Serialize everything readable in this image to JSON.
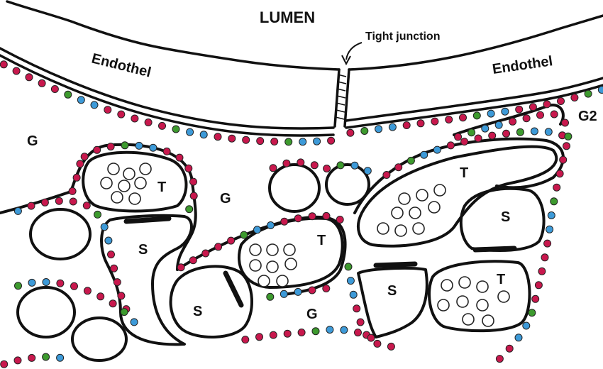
{
  "labels": {
    "lumen": "LUMEN",
    "tight_junction": "Tight junction",
    "endothel_left": "Endothel",
    "endothel_right": "Endothel",
    "g_left": "G",
    "g_center": "G",
    "g_bottom": "G",
    "g2": "G2",
    "t_top_left": "T",
    "t_center": "T",
    "t_top_right": "T",
    "t_bottom_right": "T",
    "s_left": "S",
    "s_bottom_left": "S",
    "s_center": "S",
    "s_right": "S"
  },
  "dot_colors": {
    "red": "#c8184d",
    "blue": "#3d9ad8",
    "green": "#3d9a2e"
  },
  "line_color": "#111111"
}
